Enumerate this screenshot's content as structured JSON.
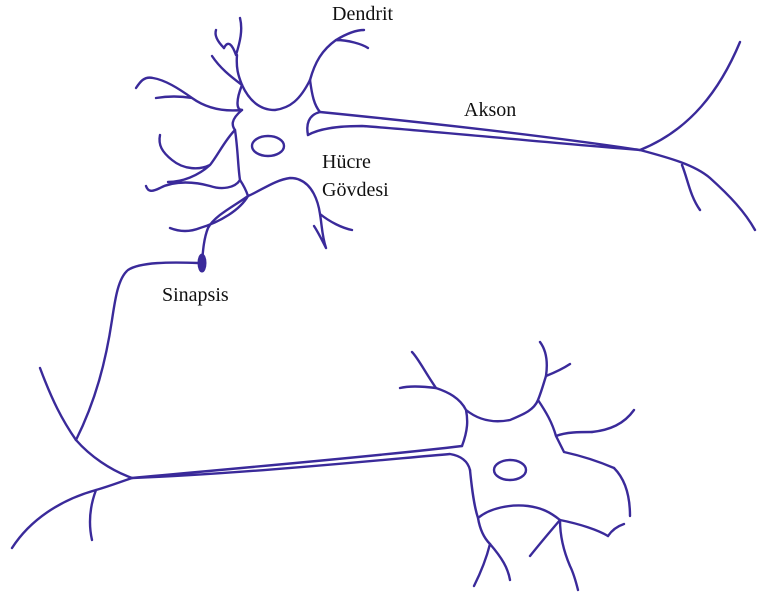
{
  "labels": {
    "dendrite": "Dendrit",
    "axon": "Akson",
    "cell_body_line1": "Hücre",
    "cell_body_line2": "Gövdesi",
    "synapse": "Sinapsis"
  },
  "colors": {
    "line": "#3a2a9a",
    "text": "#111111",
    "background": "#ffffff"
  }
}
